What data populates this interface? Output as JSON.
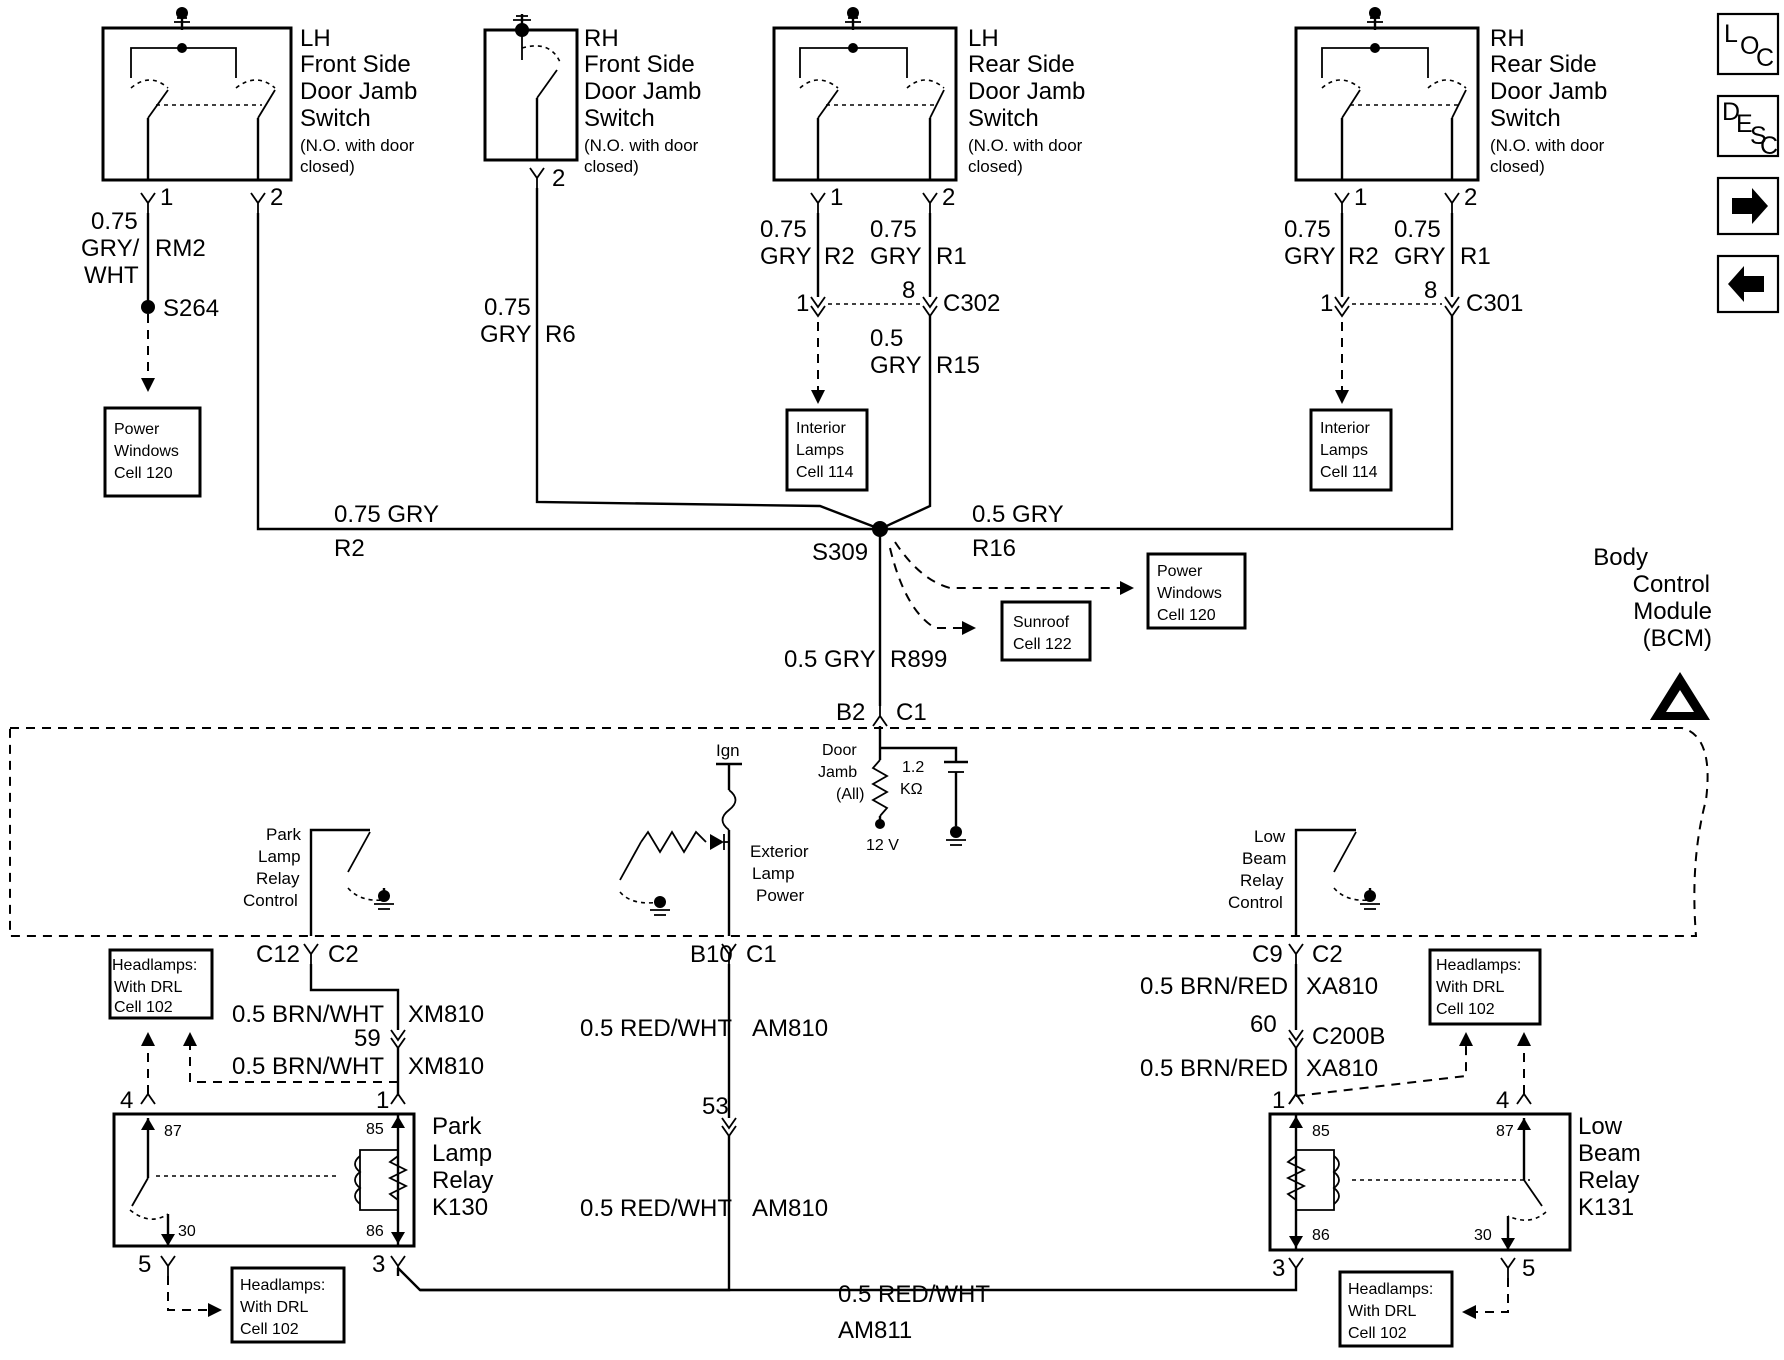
{
  "switches": {
    "lh_front": {
      "title": [
        "LH",
        "Front Side",
        "Door Jamb",
        "Switch"
      ],
      "note": [
        "(N.O. with door",
        "closed)"
      ],
      "pins": [
        "1",
        "2"
      ]
    },
    "rh_front": {
      "title": [
        "RH",
        "Front Side",
        "Door Jamb",
        "Switch"
      ],
      "note": [
        "(N.O. with door",
        "closed)"
      ],
      "pins": [
        "2"
      ]
    },
    "lh_rear": {
      "title": [
        "LH",
        "Rear Side",
        "Door Jamb",
        "Switch"
      ],
      "note": [
        "(N.O. with door",
        "closed)"
      ],
      "pins": [
        "1",
        "2"
      ]
    },
    "rh_rear": {
      "title": [
        "RH",
        "Rear Side",
        "Door Jamb",
        "Switch"
      ],
      "note": [
        "(N.O. with door",
        "closed)"
      ],
      "pins": [
        "1",
        "2"
      ]
    }
  },
  "wires": {
    "lh_front_pin1": {
      "size": "0.75",
      "color_a": "GRY/",
      "color_b": "WHT",
      "circuit": "RM2"
    },
    "rh_front_pin2": {
      "size": "0.75",
      "color": "GRY",
      "circuit": "R6"
    },
    "lh_rear_pin1": {
      "size": "0.75",
      "color": "GRY",
      "circuit": "R2"
    },
    "lh_rear_pin2": {
      "size": "0.75",
      "color": "GRY",
      "circuit": "R1"
    },
    "lh_rear_out": {
      "size": "0.5",
      "color": "GRY",
      "circuit": "R15"
    },
    "rh_rear_pin1": {
      "size": "0.75",
      "color": "GRY",
      "circuit": "R2"
    },
    "rh_rear_pin2": {
      "size": "0.75",
      "color": "GRY",
      "circuit": "R1"
    },
    "bus_left": {
      "text": "0.75 GRY",
      "circuit": "R2"
    },
    "bus_right": {
      "text": "0.5 GRY",
      "circuit": "R16"
    },
    "bcm_feed": {
      "text": "0.5 GRY",
      "circuit": "R899"
    },
    "park_ctrl": {
      "text": "0.5 BRN/WHT",
      "circuit": "XM810"
    },
    "park_ctrl2": {
      "text": "0.5 BRN/WHT",
      "circuit": "XM810"
    },
    "ext_power": {
      "text": "0.5  RED/WHT",
      "circuit": "AM810"
    },
    "ext_power2": {
      "text": "0.5  RED/WHT",
      "circuit": "AM810"
    },
    "low_ctrl": {
      "text": "0.5 BRN/RED",
      "circuit": "XA810"
    },
    "low_ctrl2": {
      "text": "0.5 BRN/RED",
      "circuit": "XA810"
    },
    "relay_link": {
      "text": "0.5 RED/WHT",
      "circuit": "AM811"
    }
  },
  "splices": {
    "s264": "S264",
    "s309": "S309"
  },
  "connectors": {
    "c302": {
      "name": "C302",
      "pin_left": "1",
      "pin_right": "8"
    },
    "c301": {
      "name": "C301",
      "pin_left": "1",
      "pin_right": "8"
    },
    "bcm_c1_top": {
      "pin": "B2",
      "name": "C1"
    },
    "park_c2": {
      "pin": "C12",
      "name": "C2"
    },
    "ext_c1": {
      "pin": "B10",
      "name": "C1"
    },
    "low_c2": {
      "pin": "C9",
      "name": "C2"
    },
    "c200b_left_pin": "59",
    "c200b_mid_pin": "53",
    "c200b_right_pin": "60",
    "c200b": "C200B"
  },
  "cells": {
    "power_windows_left": [
      "Power",
      "Windows",
      "Cell 120"
    ],
    "interior_left": [
      "Interior",
      "Lamps",
      "Cell 114"
    ],
    "interior_right": [
      "Interior",
      "Lamps",
      "Cell 114"
    ],
    "power_windows_mid": [
      "Power",
      "Windows",
      "Cell 120"
    ],
    "sunroof": [
      "Sunroof",
      "Cell 122"
    ],
    "headlamps_tl": [
      "Headlamps:",
      "With DRL",
      "Cell 102"
    ],
    "headlamps_bl": [
      "Headlamps:",
      "With DRL",
      "Cell 102"
    ],
    "headlamps_tr": [
      "Headlamps:",
      "With DRL",
      "Cell 102"
    ],
    "headlamps_br": [
      "Headlamps:",
      "With DRL",
      "Cell 102"
    ]
  },
  "bcm": {
    "title": [
      "Body",
      "Control",
      "Module",
      "(BCM)"
    ],
    "door_jamb": [
      "Door",
      "Jamb",
      "(All)"
    ],
    "resistor": [
      "1.2",
      "KΩ"
    ],
    "supply": "12 V",
    "ign": "Ign",
    "park_ctrl": [
      "Park",
      "Lamp",
      "Relay",
      "Control"
    ],
    "ext_power": [
      "Exterior",
      "Lamp",
      "Power"
    ],
    "low_ctrl": [
      "Low",
      "Beam",
      "Relay",
      "Control"
    ]
  },
  "relays": {
    "park": {
      "name": [
        "Park",
        "Lamp",
        "Relay",
        "K130"
      ],
      "pins": {
        "p87": "87",
        "p85": "85",
        "p30": "30",
        "p86": "86",
        "c4": "4",
        "c1": "1",
        "c5": "5",
        "c3": "3"
      }
    },
    "low": {
      "name": [
        "Low",
        "Beam",
        "Relay",
        "K131"
      ],
      "pins": {
        "p85": "85",
        "p87": "87",
        "p86": "86",
        "p30": "30",
        "c1": "1",
        "c4": "4",
        "c3": "3",
        "c5": "5"
      }
    }
  },
  "nav": {
    "loc": [
      "L",
      "O",
      "C"
    ],
    "desc": [
      "D",
      "E",
      "S",
      "C"
    ],
    "next_icon": "right-arrow-icon",
    "prev_icon": "left-arrow-icon"
  },
  "colors": {
    "ink": "#000000",
    "paper": "#ffffff"
  }
}
